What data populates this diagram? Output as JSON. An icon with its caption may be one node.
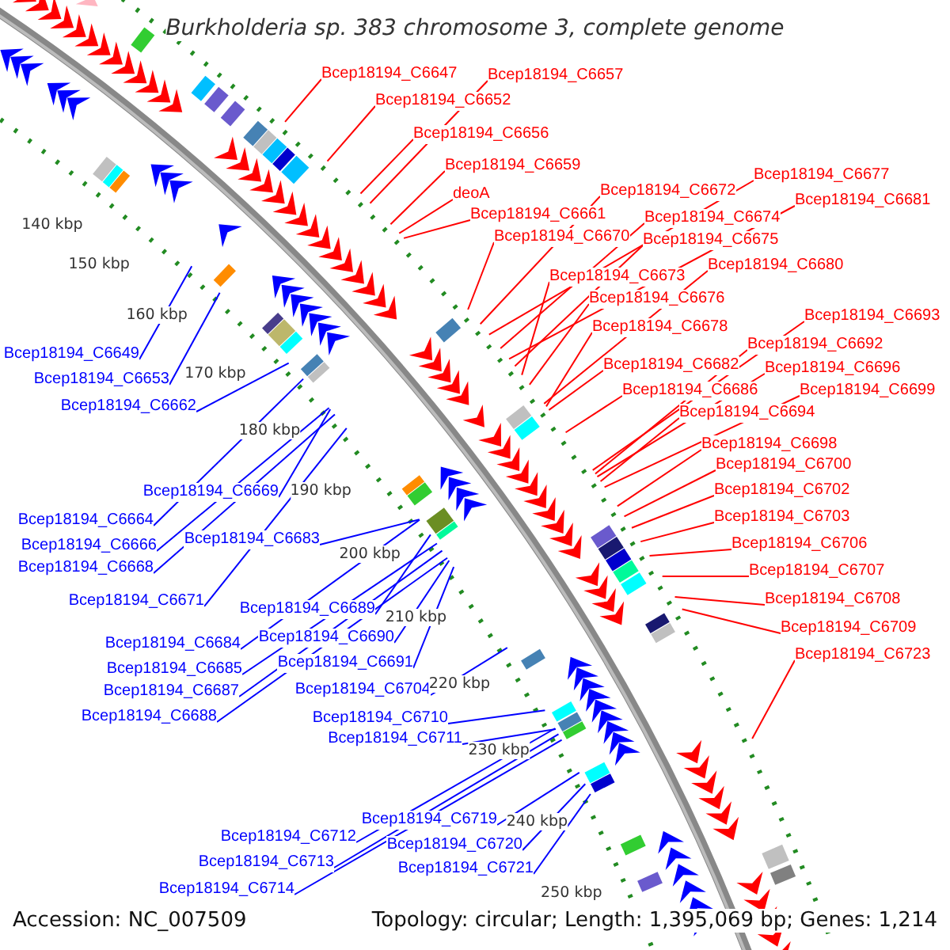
{
  "diagram": {
    "title": "Burkholderia sp. 383 chromosome 3, complete genome",
    "nodes": [
      {
        "text": [
          "Bcep18194_C6647"
        ]
      },
      {
        "text": [
          "Bcep18194_C6657"
        ]
      },
      {
        "text": [
          "Bcep18194_C6652"
        ]
      },
      {
        "text": [
          "Bcep18194_C6656"
        ]
      },
      {
        "text": [
          "Bcep18194_C6659"
        ]
      },
      {
        "text": [
          "Bcep18194_C6677"
        ]
      },
      {
        "text": [
          "Bcep18194_C6672"
        ]
      },
      {
        "text": [
          "deoA"
        ]
      },
      {
        "text": [
          "Bcep18194_C6681"
        ]
      },
      {
        "text": [
          "Bcep18194_C6661"
        ]
      },
      {
        "text": [
          "Bcep18194_C6674"
        ]
      },
      {
        "text": [
          "Bcep18194_C6670"
        ]
      },
      {
        "text": [
          "Bcep18194_C6675"
        ]
      },
      {
        "text": [
          "Bcep18194_C6680"
        ]
      },
      {
        "text": [
          "Bcep18194_C6673"
        ]
      },
      {
        "text": [
          "Bcep18194_C6676"
        ]
      },
      {
        "text": [
          "Bcep18194_C6693"
        ]
      },
      {
        "text": [
          "Bcep18194_C6678"
        ]
      },
      {
        "text": [
          "Bcep18194_C6692"
        ]
      },
      {
        "text": [
          "Bcep18194_C6682"
        ]
      },
      {
        "text": [
          "Bcep18194_C6696"
        ]
      },
      {
        "text": [
          "Bcep18194_C6686"
        ]
      },
      {
        "text": [
          "Bcep18194_C6699"
        ]
      },
      {
        "text": [
          "Bcep18194_C6694"
        ]
      },
      {
        "text": [
          "Bcep18194_C6698"
        ]
      },
      {
        "text": [
          "Bcep18194_C6700"
        ]
      },
      {
        "text": [
          "Bcep18194_C6702"
        ]
      },
      {
        "text": [
          "Bcep18194_C6703"
        ]
      },
      {
        "text": [
          "Bcep18194_C6706"
        ]
      },
      {
        "text": [
          "Bcep18194_C6707"
        ]
      },
      {
        "text": [
          "Bcep18194_C6708"
        ]
      },
      {
        "text": [
          "Bcep18194_C6709"
        ]
      },
      {
        "text": [
          "Bcep18194_C6723"
        ]
      },
      {
        "text": [
          "Bcep18194_C6649"
        ]
      },
      {
        "text": [
          "Bcep18194_C6653"
        ]
      },
      {
        "text": [
          "Bcep18194_C6662"
        ]
      },
      {
        "text": [
          "Bcep18194_C6669"
        ]
      },
      {
        "text": [
          "Bcep18194_C6664"
        ]
      },
      {
        "text": [
          "Bcep18194_C6683"
        ]
      },
      {
        "text": [
          "Bcep18194_C6666"
        ]
      },
      {
        "text": [
          "Bcep18194_C6668"
        ]
      },
      {
        "text": [
          "Bcep18194_C6671"
        ]
      },
      {
        "text": [
          "Bcep18194_C6689"
        ]
      },
      {
        "text": [
          "Bcep18194_C6690"
        ]
      },
      {
        "text": [
          "Bcep18194_C6684"
        ]
      },
      {
        "text": [
          "Bcep18194_C6691"
        ]
      },
      {
        "text": [
          "Bcep18194_C6685"
        ]
      },
      {
        "text": [
          "Bcep18194_C6704"
        ]
      },
      {
        "text": [
          "Bcep18194_C6687"
        ]
      },
      {
        "text": [
          "Bcep18194_C6688"
        ]
      },
      {
        "text": [
          "Bcep18194_C6710"
        ]
      },
      {
        "text": [
          "Bcep18194_C6711"
        ]
      },
      {
        "text": [
          "Bcep18194_C6719"
        ]
      },
      {
        "text": [
          "Bcep18194_C6712"
        ]
      },
      {
        "text": [
          "Bcep18194_C6720"
        ]
      },
      {
        "text": [
          "Bcep18194_C6713"
        ]
      },
      {
        "text": [
          "Bcep18194_C6721"
        ]
      },
      {
        "text": [
          "Bcep18194_C6714"
        ]
      }
    ],
    "edges": [
      {
        "from": 0,
        "to": null,
        "arrow": "none"
      },
      {
        "from": 1,
        "to": null,
        "arrow": "none"
      },
      {
        "from": 2,
        "to": null,
        "arrow": "none"
      },
      {
        "from": 3,
        "to": null,
        "arrow": "none"
      },
      {
        "from": 4,
        "to": null,
        "arrow": "none"
      },
      {
        "from": 5,
        "to": null,
        "arrow": "none"
      },
      {
        "from": 6,
        "to": null,
        "arrow": "none"
      },
      {
        "from": 7,
        "to": null,
        "arrow": "none"
      },
      {
        "from": 8,
        "to": null,
        "arrow": "none"
      },
      {
        "from": 9,
        "to": null,
        "arrow": "none"
      },
      {
        "from": 10,
        "to": null,
        "arrow": "none"
      },
      {
        "from": 11,
        "to": null,
        "arrow": "none"
      },
      {
        "from": 12,
        "to": null,
        "arrow": "none"
      },
      {
        "from": 13,
        "to": null,
        "arrow": "none"
      },
      {
        "from": 14,
        "to": null,
        "arrow": "none"
      },
      {
        "from": 15,
        "to": null,
        "arrow": "none"
      },
      {
        "from": 16,
        "to": null,
        "arrow": "none"
      },
      {
        "from": 17,
        "to": null,
        "arrow": "none"
      },
      {
        "from": 18,
        "to": null,
        "arrow": "none"
      },
      {
        "from": 19,
        "to": null,
        "arrow": "none"
      },
      {
        "from": 20,
        "to": null,
        "arrow": "none"
      },
      {
        "from": 21,
        "to": null,
        "arrow": "none"
      },
      {
        "from": 22,
        "to": null,
        "arrow": "none"
      },
      {
        "from": 23,
        "to": null,
        "arrow": "none"
      },
      {
        "from": 24,
        "to": null,
        "arrow": "none"
      },
      {
        "from": 25,
        "to": null,
        "arrow": "none"
      },
      {
        "from": 26,
        "to": null,
        "arrow": "none"
      },
      {
        "from": 27,
        "to": null,
        "arrow": "none"
      },
      {
        "from": 28,
        "to": null,
        "arrow": "none"
      },
      {
        "from": 29,
        "to": null,
        "arrow": "none"
      },
      {
        "from": 30,
        "to": null,
        "arrow": "none"
      },
      {
        "from": 31,
        "to": null,
        "arrow": "none"
      },
      {
        "from": 32,
        "to": null,
        "arrow": "none"
      },
      {
        "from": 33,
        "to": null,
        "arrow": "none",
        "color": "#0000ff"
      },
      {
        "from": 34,
        "to": null,
        "arrow": "none",
        "color": "#0000ff"
      },
      {
        "from": 35,
        "to": null,
        "arrow": "none",
        "color": "#0000ff"
      },
      {
        "from": 36,
        "to": null,
        "arrow": "none",
        "color": "#0000ff"
      },
      {
        "from": 37,
        "to": null,
        "arrow": "none",
        "color": "#0000ff"
      },
      {
        "from": 38,
        "to": null,
        "arrow": "none",
        "color": "#0000ff"
      },
      {
        "from": 39,
        "to": null,
        "arrow": "none",
        "color": "#0000ff"
      },
      {
        "from": 40,
        "to": null,
        "arrow": "none",
        "color": "#0000ff"
      },
      {
        "from": 41,
        "to": null,
        "arrow": "none",
        "color": "#0000ff"
      },
      {
        "from": 42,
        "to": null,
        "arrow": "none",
        "color": "#0000ff"
      },
      {
        "from": 43,
        "to": null,
        "arrow": "none",
        "color": "#0000ff"
      },
      {
        "from": 44,
        "to": null,
        "arrow": "none",
        "color": "#0000ff"
      },
      {
        "from": 45,
        "to": null,
        "arrow": "none",
        "color": "#0000ff"
      },
      {
        "from": 46,
        "to": null,
        "arrow": "none",
        "color": "#0000ff"
      },
      {
        "from": 47,
        "to": null,
        "arrow": "none",
        "color": "#0000ff"
      },
      {
        "from": 48,
        "to": null,
        "arrow": "none",
        "color": "#0000ff"
      },
      {
        "from": 49,
        "to": null,
        "arrow": "none",
        "color": "#0000ff"
      },
      {
        "from": 50,
        "to": null,
        "arrow": "none",
        "color": "#0000ff"
      },
      {
        "from": 51,
        "to": null,
        "arrow": "none",
        "color": "#0000ff"
      },
      {
        "from": 52,
        "to": null,
        "arrow": "none",
        "color": "#0000ff"
      },
      {
        "from": 53,
        "to": null,
        "arrow": "none",
        "color": "#0000ff"
      },
      {
        "from": 54,
        "to": null,
        "arrow": "none",
        "color": "#0000ff"
      },
      {
        "from": 55,
        "to": null,
        "arrow": "none",
        "color": "#0000ff"
      },
      {
        "from": 56,
        "to": null,
        "arrow": "none",
        "color": "#0000ff"
      },
      {
        "from": 57,
        "to": null,
        "arrow": "none",
        "color": "#0000ff"
      }
    ],
    "labels": [
      "140 kbp",
      "150 kbp",
      "160 kbp",
      "170 kbp",
      "180 kbp",
      "190 kbp",
      "200 kbp",
      "210 kbp",
      "220 kbp",
      "230 kbp",
      "240 kbp",
      "250 kbp",
      "Accession: NC_007509",
      "Topology: circular; Length: 1,395,069 bp; Genes: 1,214"
    ]
  }
}
